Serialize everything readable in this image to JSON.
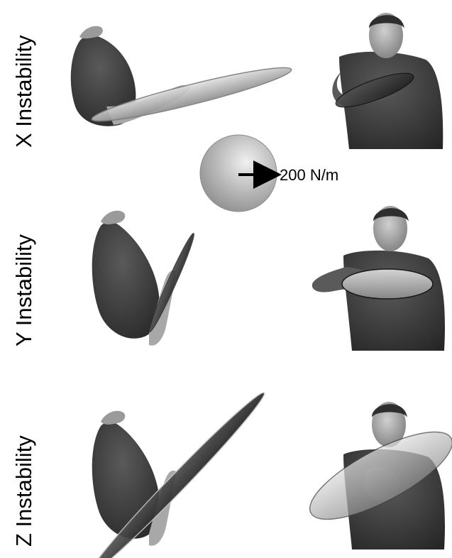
{
  "rows": [
    {
      "label": "X Instability"
    },
    {
      "label": "Y Instability"
    },
    {
      "label": "Z Instability"
    }
  ],
  "scale": {
    "label": "200 N/m"
  },
  "colors": {
    "body_dark": "#3a3a3a",
    "body_mid": "#5e5e5e",
    "skin": "#b8b8b8",
    "ellipse_light": "#c4c4c4",
    "ellipse_dark": "#2e2e2e"
  }
}
